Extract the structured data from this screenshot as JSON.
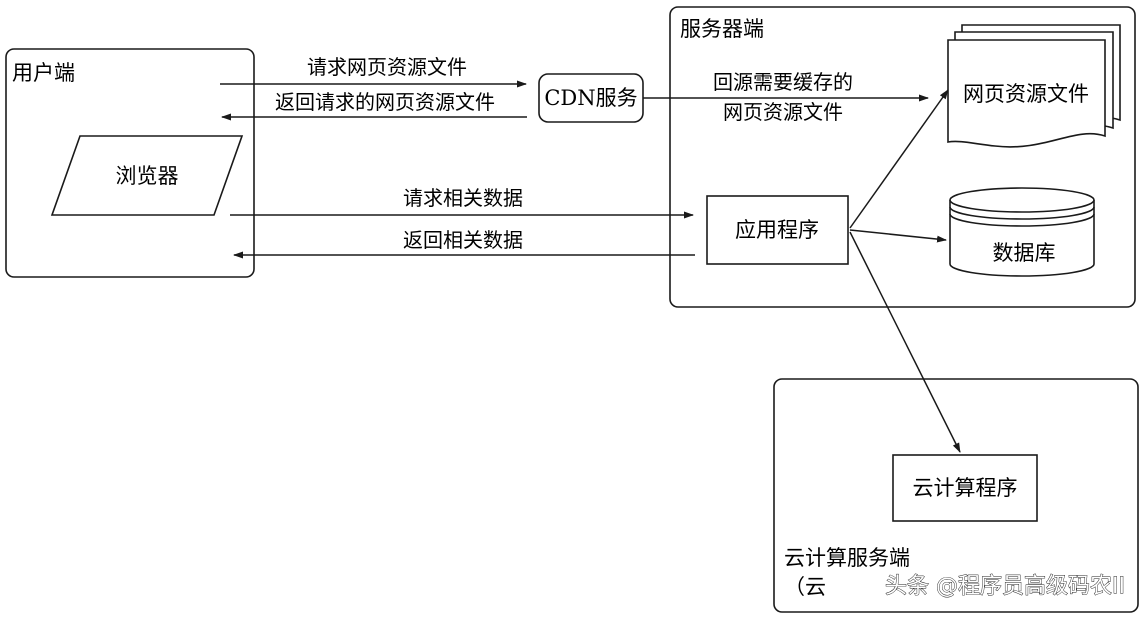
{
  "regions": {
    "client": "用户端",
    "server": "服务器端",
    "cloud": "云计算服务端",
    "cloud_partial": "（云"
  },
  "nodes": {
    "browser": "浏览器",
    "cdn": "CDN服务",
    "app": "应用程序",
    "files": "网页资源文件",
    "database": "数据库",
    "cloud_app": "云计算程序"
  },
  "edges": {
    "request_files": "请求网页资源文件",
    "return_files": "返回请求的网页资源文件",
    "origin_fetch_line1": "回源需要缓存的",
    "origin_fetch_line2": "网页资源文件",
    "request_data": "请求相关数据",
    "return_data": "返回相关数据"
  },
  "watermark": "头条 @程序员高级码农II"
}
